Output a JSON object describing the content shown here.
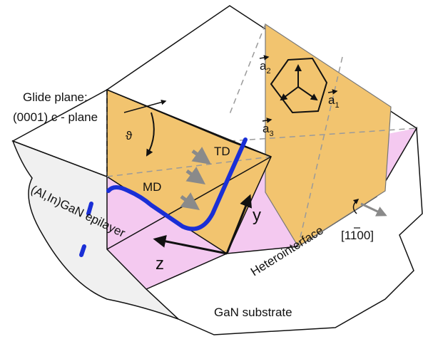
{
  "figure": {
    "glide_plane_line1": "Glide plane:",
    "glide_plane_line2": "(0001) c - plane",
    "theta": "ϑ",
    "td": "TD",
    "md": "MD",
    "y_axis": "y",
    "z_axis": "z",
    "a1": "a",
    "a1_sub": "1",
    "a2": "a",
    "a2_sub": "2",
    "a3": "a",
    "a3_sub": "3",
    "epilayer": "(Al,In)GaN epilayer",
    "heterointerface": "Heterointerface",
    "direction": "[1100]",
    "substrate": "GaN substrate"
  },
  "colors": {
    "glide_plane_fill": "#f2c46f",
    "interface_fill": "#f4c9f0",
    "epilayer_fill": "#f0f0f0",
    "dislocation": "#1a2fd6",
    "stroke": "#111111",
    "arrow_grey": "#8a8a8a",
    "dashed": "#9a9a9a"
  }
}
